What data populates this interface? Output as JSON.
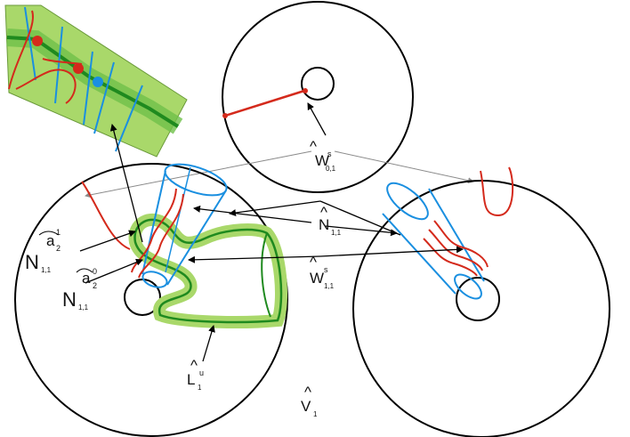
{
  "labels": {
    "ws01": {
      "main": "W",
      "sup": "s",
      "sub": "0,1"
    },
    "n11_top": {
      "main": "N",
      "sub": "1,1"
    },
    "ws11": {
      "main": "W",
      "sup": "s",
      "sub": "1,1"
    },
    "na1": {
      "main": "N",
      "sub": "1,1",
      "corner": "a",
      "corner_sup": "1",
      "corner_sub": "2"
    },
    "na0": {
      "main": "N",
      "sub": "1,1",
      "corner": "a",
      "corner_sup": "0",
      "corner_sub": "2"
    },
    "lu": {
      "main": "L",
      "sup": "u",
      "sub": "1"
    },
    "v1": {
      "main": "V",
      "sub": "1"
    }
  },
  "colors": {
    "outline": "#000000",
    "red": "#d42a1c",
    "blue": "#1a8fe0",
    "green_dark": "#1f8a1f",
    "green_light": "#a9d86a",
    "green_band": "#4cb53a",
    "grey": "#8a8a8a"
  }
}
